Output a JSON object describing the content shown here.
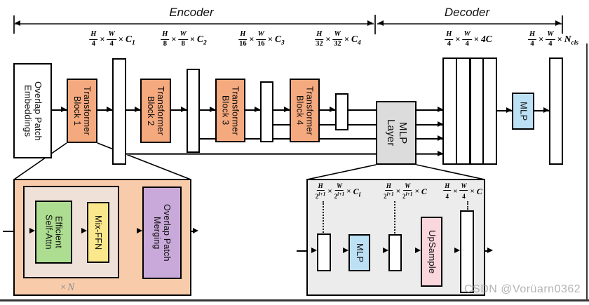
{
  "ui": {
    "times": "×"
  },
  "header": {
    "encoder": "Encoder",
    "decoder": "Decoder"
  },
  "dims": [
    {
      "hn": "H",
      "hd": "4",
      "wn": "W",
      "wd": "4",
      "c": "C",
      "sub": "1"
    },
    {
      "hn": "H",
      "hd": "8",
      "wn": "W",
      "wd": "8",
      "c": "C",
      "sub": "2"
    },
    {
      "hn": "H",
      "hd": "16",
      "wn": "W",
      "wd": "16",
      "c": "C",
      "sub": "3"
    },
    {
      "hn": "H",
      "hd": "32",
      "wn": "W",
      "wd": "32",
      "c": "C",
      "sub": "4"
    },
    {
      "hn": "H",
      "hd": "4",
      "wn": "W",
      "wd": "4",
      "c": "4C",
      "sub": ""
    },
    {
      "hn": "H",
      "hd": "4",
      "wn": "W",
      "wd": "4",
      "c": "N",
      "sub": "cls"
    }
  ],
  "encoder": {
    "embed": {
      "line1": "Overlap Patch",
      "line2": "Embeddings"
    },
    "blocks": [
      {
        "line1": "Transformer",
        "line2": "Block 1"
      },
      {
        "line1": "Transformer",
        "line2": "Block 2"
      },
      {
        "line1": "Transformer",
        "line2": "Block 3"
      },
      {
        "line1": "Transformer",
        "line2": "Block 4"
      }
    ]
  },
  "decoder": {
    "mlp_layer": {
      "line1": "MLP",
      "line2": "Layer"
    },
    "mlp": "MLP"
  },
  "block_detail": {
    "esa": {
      "line1": "Efficient",
      "line2": "Self-Attn"
    },
    "ffn": "Mix-FFN",
    "merge": {
      "line1": "Overlap Patch",
      "line2": "Merging"
    },
    "repeat": "×N"
  },
  "mlp_detail": {
    "mlp": "MLP",
    "upsample": "UpSample",
    "labels": [
      {
        "hn": "H",
        "hdb": "2",
        "hds": "i+1",
        "wn": "W",
        "wdb": "2",
        "wds": "i+1",
        "c": "C",
        "sub": "i"
      },
      {
        "hn": "H",
        "hdb": "2",
        "hds": "i+1",
        "wn": "W",
        "wdb": "2",
        "wds": "i+1",
        "c": "C",
        "sub": ""
      },
      {
        "hn": "H",
        "hdb": "4",
        "hds": "",
        "wn": "W",
        "wdb": "4",
        "wds": "",
        "c": "C",
        "sub": ""
      }
    ]
  },
  "watermark": "CSDN @Vorüarn0362",
  "colors": {
    "block_fill": "#F4A97E",
    "detail_peach": "#F8CCAB",
    "detail_inner": "#EFE0D8",
    "esa_green": "#ACDD90",
    "ffn_yellow": "#FBE88D",
    "merge_purple": "#C9A9DA",
    "mlp_blue": "#BCE0F4",
    "upsample_pink": "#FAD6DD",
    "mlp_layer_grey": "#DCDCDC",
    "detail_grey": "#ECECEC"
  }
}
